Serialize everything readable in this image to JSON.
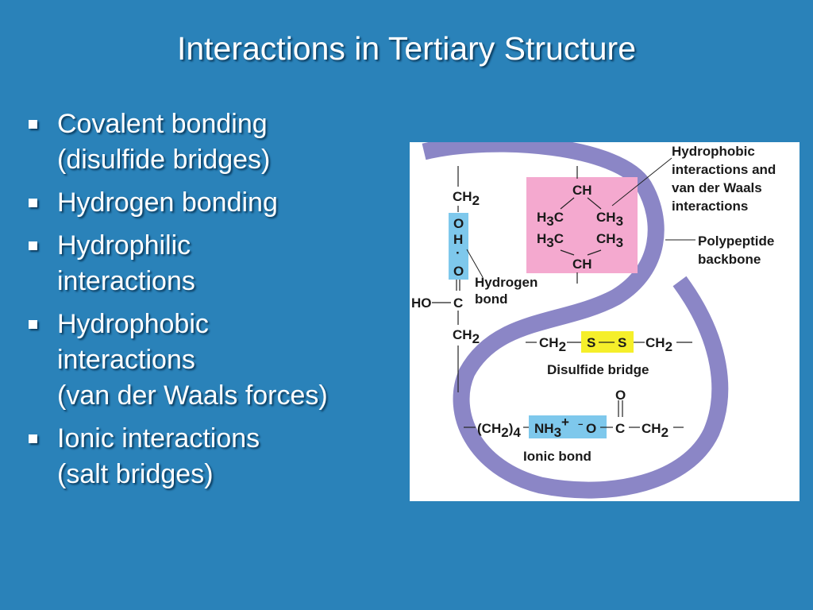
{
  "slide": {
    "title": "Interactions in Tertiary Structure",
    "bullets": [
      {
        "lines": [
          "Covalent bonding",
          "(disulfide bridges)"
        ]
      },
      {
        "lines": [
          "Hydrogen bonding"
        ]
      },
      {
        "lines": [
          "Hydrophilic",
          "interactions"
        ]
      },
      {
        "lines": [
          "Hydrophobic",
          "interactions",
          "(van der Waals forces)"
        ]
      },
      {
        "lines": [
          "Ionic interactions",
          "(salt bridges)"
        ]
      }
    ]
  },
  "diagram": {
    "colors": {
      "backbone": "#8b86c6",
      "hydrophobic_box": "#f4a9cf",
      "hydrogen_box": "#7ec8ec",
      "disulfide_box": "#f5ef2a",
      "ionic_box": "#7ec8ec"
    },
    "labels": {
      "hydrophobic": [
        "Hydrophobic",
        "interactions and",
        "van der Waals",
        "interactions"
      ],
      "backbone": [
        "Polypeptide",
        "backbone"
      ],
      "hydrogen_bond": [
        "Hydrogen",
        "bond"
      ],
      "disulfide_bridge": "Disulfide bridge",
      "ionic_bond": "Ionic bond"
    },
    "hydrogen_group": {
      "ch2_top": "CH",
      "ch2_top_sub": "2",
      "o1": "O",
      "h": "H",
      "dots": "·",
      "o2": "O",
      "ho": "HO",
      "c": "C",
      "ch2_bottom": "CH",
      "ch2_bottom_sub": "2"
    },
    "hydrophobic_group": {
      "ch_top": "CH",
      "h3c_1_a": "H",
      "h3c_1_sub": "3",
      "h3c_1_b": "C",
      "ch3_1": "CH",
      "ch3_1_sub": "3",
      "h3c_2_a": "H",
      "h3c_2_sub": "3",
      "h3c_2_b": "C",
      "ch3_2": "CH",
      "ch3_2_sub": "3",
      "ch_bottom": "CH"
    },
    "disulfide_group": {
      "ch2_left": "CH",
      "ch2_left_sub": "2",
      "s1": "S",
      "s2": "S",
      "ch2_right": "CH",
      "ch2_right_sub": "2"
    },
    "ionic_group": {
      "ch2_n": "(CH",
      "ch2_n_sub": "2",
      "ch2_n_close": ")",
      "ch2_n_count": "4",
      "nh3": "NH",
      "nh3_sub": "3",
      "nh3_charge": "+",
      "o_minus_charge": "−",
      "o_minus": "O",
      "c": "C",
      "o_top": "O",
      "ch2_right": "CH",
      "ch2_right_sub": "2"
    }
  }
}
